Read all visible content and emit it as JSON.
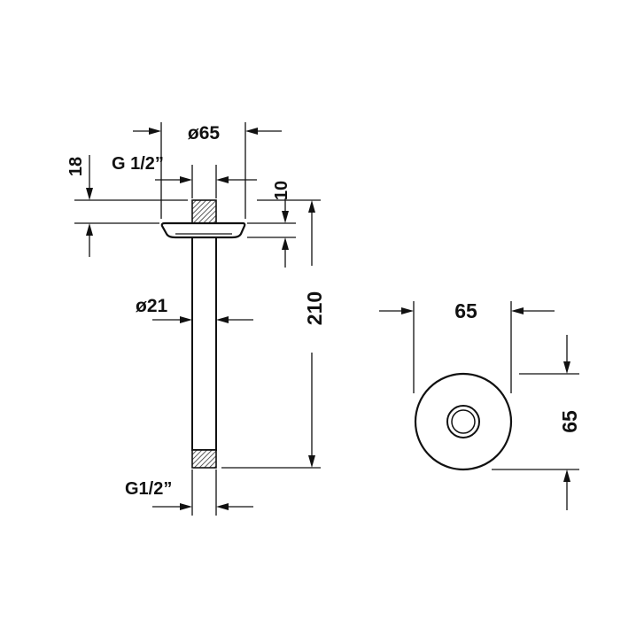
{
  "labels": {
    "flange_diameter": "ø65",
    "top_thread": "G 1/2”",
    "flange_height": "18",
    "thread_length": "10",
    "total_height": "210",
    "pipe_diameter": "ø21",
    "bottom_thread": "G1/2”",
    "plan_width": "65",
    "plan_height": "65"
  },
  "colors": {
    "ink": "#111111",
    "thread": "#333333",
    "background": "#ffffff"
  }
}
